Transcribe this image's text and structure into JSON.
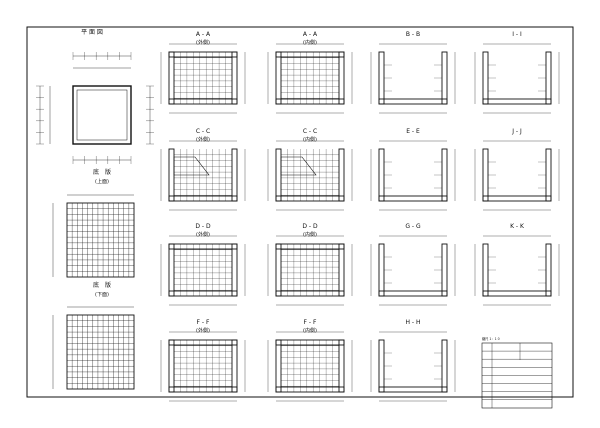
{
  "sheet": {
    "plan_title": "平 面 図",
    "slab_top_title": "底　版",
    "slab_top_sub": "(上面)",
    "slab_bottom_title": "底　版",
    "slab_bottom_sub": "(下面)",
    "scale_note": "縮尺 1：1 0",
    "title_block_lines": [
      "",
      "",
      "",
      "",
      "",
      "",
      ""
    ]
  },
  "sections": [
    {
      "id": "aa-out",
      "title": "A - A",
      "sub": "(外側)",
      "kind": "box"
    },
    {
      "id": "aa-in",
      "title": "A - A",
      "sub": "(内側)",
      "kind": "box"
    },
    {
      "id": "bb",
      "title": "B - B",
      "sub": "",
      "kind": "open"
    },
    {
      "id": "ii",
      "title": "I - I",
      "sub": "",
      "kind": "open"
    },
    {
      "id": "cc-out",
      "title": "C - C",
      "sub": "(外側)",
      "kind": "slope"
    },
    {
      "id": "cc-in",
      "title": "C - C",
      "sub": "(内側)",
      "kind": "slope"
    },
    {
      "id": "ee",
      "title": "E - E",
      "sub": "",
      "kind": "open"
    },
    {
      "id": "jj",
      "title": "J - J",
      "sub": "",
      "kind": "open"
    },
    {
      "id": "dd-out",
      "title": "D - D",
      "sub": "(外側)",
      "kind": "frame"
    },
    {
      "id": "dd-in",
      "title": "D - D",
      "sub": "(内側)",
      "kind": "frame"
    },
    {
      "id": "gg",
      "title": "G - G",
      "sub": "",
      "kind": "open"
    },
    {
      "id": "kk",
      "title": "K - K",
      "sub": "",
      "kind": "open"
    },
    {
      "id": "ff-out",
      "title": "F - F",
      "sub": "(外側)",
      "kind": "box"
    },
    {
      "id": "ff-in",
      "title": "F - F",
      "sub": "(内側)",
      "kind": "box"
    },
    {
      "id": "hh",
      "title": "H - H",
      "sub": "",
      "kind": "open"
    }
  ]
}
